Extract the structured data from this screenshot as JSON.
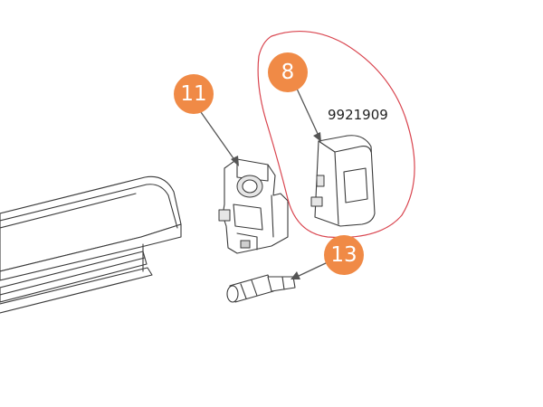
{
  "callouts": [
    {
      "id": "11",
      "label": "11"
    },
    {
      "id": "8",
      "label": "8"
    },
    {
      "id": "13",
      "label": "13"
    }
  ],
  "part_number": "9921909",
  "colors": {
    "callout_fill": "#f08a46",
    "highlight_outline": "#d9454f",
    "line": "#3a3a3a"
  },
  "icons": [
    "awning-rail",
    "end-cap-bracket",
    "end-cover",
    "connector-plug"
  ]
}
